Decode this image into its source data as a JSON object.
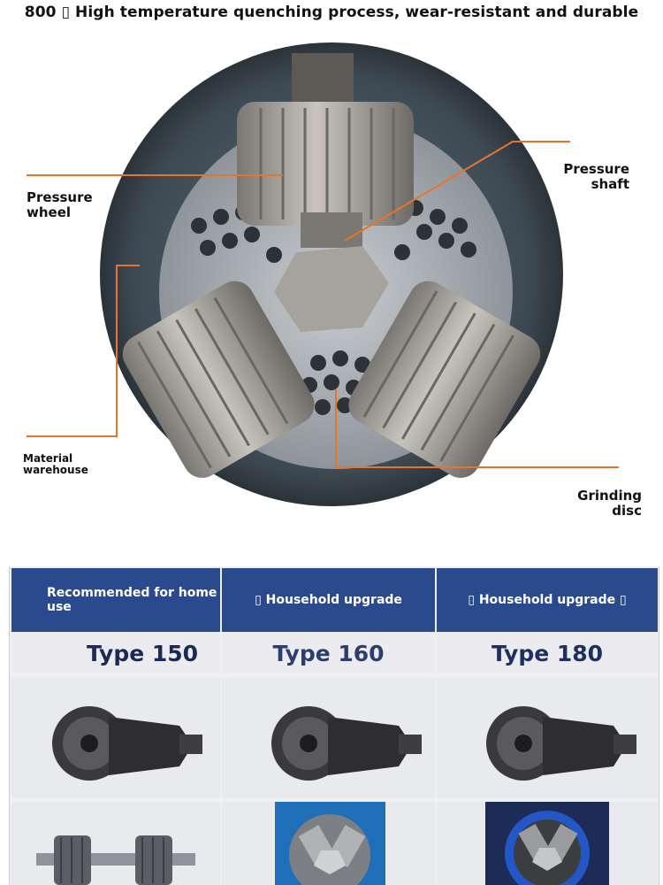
{
  "headline": "800 ▯ High temperature quenching process, wear-resistant and durable",
  "diagram": {
    "labels": {
      "pressure_wheel": "Pressure\nwheel",
      "pressure_shaft": "Pressure\nshaft",
      "material_warehouse": "Material\nwarehouse",
      "grinding_disc": "Grinding\ndisc"
    },
    "callout_line_color": "#e8742c"
  },
  "table": {
    "header": [
      "Recommended for home use",
      "▯ Household upgrade",
      "▯ Household upgrade ▯"
    ],
    "types": [
      "Type 150",
      "Type 160",
      "Type 180"
    ],
    "header_color": "#2b4a8e"
  }
}
